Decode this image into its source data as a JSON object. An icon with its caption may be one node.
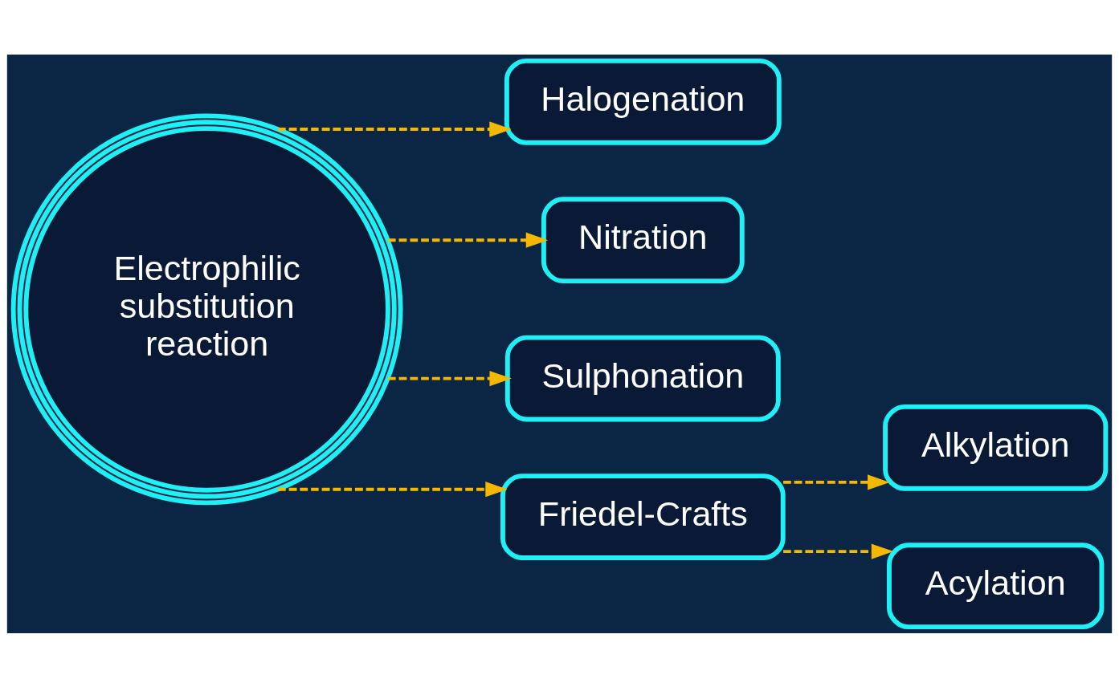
{
  "diagram": {
    "nodes": [
      {
        "text": [
          "Electrophilic substitution reaction"
        ]
      },
      {
        "text": [
          "Halogenation"
        ]
      },
      {
        "text": [
          "Nitration"
        ]
      },
      {
        "text": [
          "Sulphonation"
        ]
      },
      {
        "text": [
          "Friedel-Crafts"
        ]
      },
      {
        "text": [
          "Alkylation"
        ]
      },
      {
        "text": [
          "Acylation"
        ]
      }
    ],
    "edges": [
      {
        "from": 0,
        "to": 1,
        "arrow": "to",
        "style": "dashed"
      },
      {
        "from": 0,
        "to": 2,
        "arrow": "to",
        "style": "dashed"
      },
      {
        "from": 0,
        "to": 3,
        "arrow": "to",
        "style": "dashed"
      },
      {
        "from": 0,
        "to": 4,
        "arrow": "to",
        "style": "dashed"
      },
      {
        "from": 4,
        "to": 5,
        "arrow": "to",
        "style": "dashed"
      },
      {
        "from": 4,
        "to": 6,
        "arrow": "to",
        "style": "dashed"
      }
    ]
  }
}
